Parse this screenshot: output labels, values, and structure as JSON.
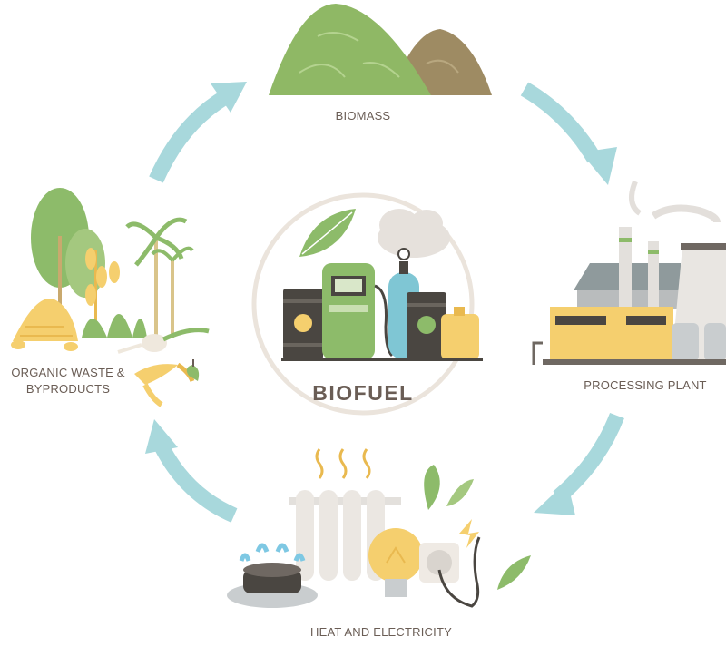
{
  "diagram": {
    "center_label": "BIOFUEL",
    "stages": {
      "biomass": "BIOMASS",
      "processing_plant": "PROCESSING PLANT",
      "heat_electricity": "HEAT AND ELECTRICITY",
      "organic_waste_line1": "ORGANIC WASTE &",
      "organic_waste_line2": "BYPRODUCTS"
    }
  },
  "colors": {
    "arrow": "#a8d8dc",
    "label_text": "#6a5d55",
    "leaf_green": "#8dbb6a",
    "biomass_green": "#8fb865",
    "biomass_brown": "#9e8b63",
    "fuel_yellow": "#f5cf6e",
    "barrel_dark": "#4a4641",
    "factory_gray": "#b9bcbd",
    "gas_blue": "#7fc6d4",
    "flame_blue": "#7ec8e3"
  },
  "icons": [
    "leaf-icon",
    "barrel-icon",
    "fuel-pump-icon",
    "gas-cylinder-icon",
    "jerrycan-icon",
    "factory-icon",
    "radiator-icon",
    "gas-burner-icon",
    "light-bulb-icon",
    "power-socket-icon",
    "tree-icon",
    "hay-pile-icon",
    "banana-peel-icon",
    "apple-core-icon"
  ]
}
